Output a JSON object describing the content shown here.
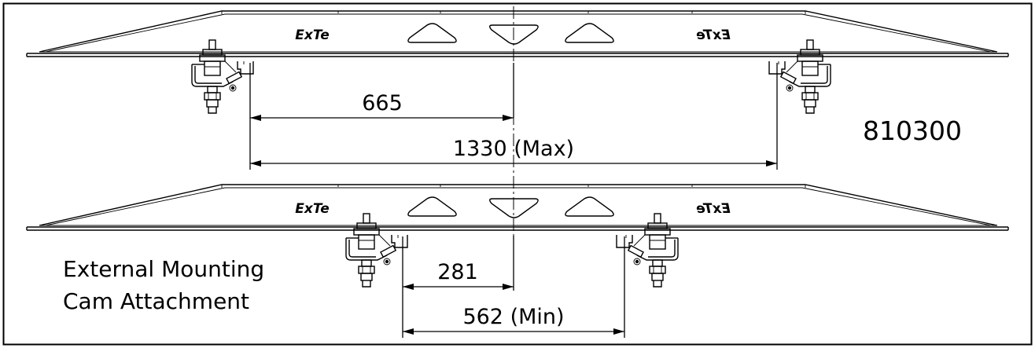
{
  "part_number": "810300",
  "caption": {
    "line1": "External Mounting",
    "line2": "Cam Attachment"
  },
  "logo_text": "ExTe",
  "dimensions": {
    "max_half": "665",
    "max_full": "1330 (Max)",
    "min_half": "281",
    "min_full": "562 (Min)"
  }
}
